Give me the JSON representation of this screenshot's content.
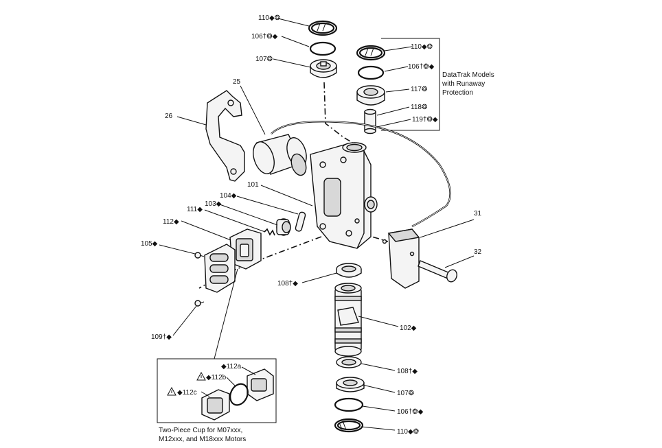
{
  "callouts": {
    "c110_top": "110◆❂",
    "c106_top": "106†❂◆",
    "c107_top": "107❂",
    "c110_dt": "110◆❂",
    "c106_dt": "106†❂◆",
    "c117": "117❂",
    "c118": "118❂",
    "c119": "119†❂◆",
    "c25": "25",
    "c26": "26",
    "c101": "101",
    "c104": "104◆",
    "c103": "103◆",
    "c111": "111◆",
    "c112": "112◆",
    "c105": "105◆",
    "c31": "31",
    "c32": "32",
    "c108_mid": "108†◆",
    "c102": "102◆",
    "c108_low": "108†◆",
    "c107_low": "107❂",
    "c106_low": "106†❂◆",
    "c110_low": "110◆❂",
    "c109": "109†◆",
    "c112a": "◆112a",
    "c112b": "◆112b",
    "c112c": "◆112c"
  },
  "datatrak_note": [
    "DataTrak Models",
    "with Runaway",
    "Protection"
  ],
  "inset_caption": [
    "Two-Piece Cup for M07xxx,",
    "M12xxx, and M18xxx Motors"
  ],
  "warning_symbol": "warning-triangle-icon"
}
